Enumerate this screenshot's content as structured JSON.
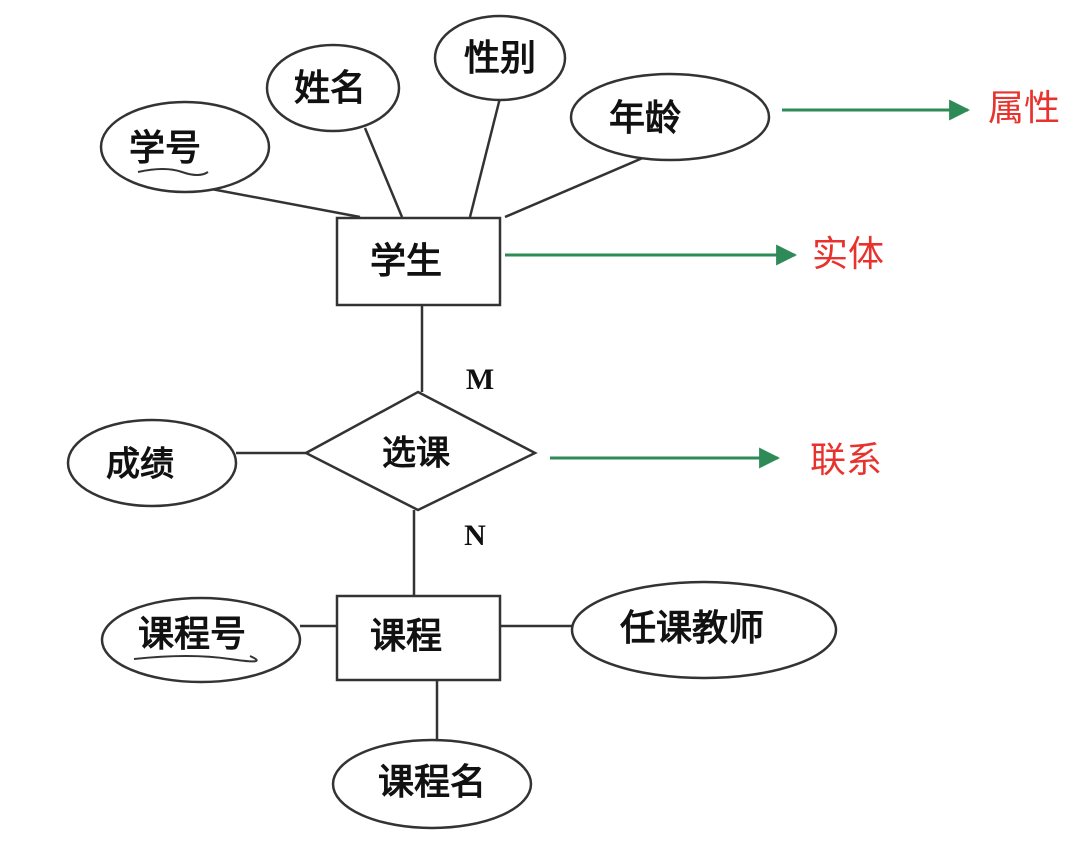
{
  "entities": {
    "student": "学生",
    "course": "课程"
  },
  "relationship": {
    "enroll": "选课"
  },
  "attributes": {
    "student_id": "学号",
    "name": "姓名",
    "gender": "性别",
    "age": "年龄",
    "grade": "成绩",
    "course_id": "课程号",
    "course_name": "课程名",
    "teacher": "任课教师"
  },
  "cardinality": {
    "student_side": "M",
    "course_side": "N"
  },
  "legend": {
    "attribute": "属性",
    "entity": "实体",
    "relationship": "联系"
  },
  "colors": {
    "line": "#333333",
    "arrow": "#2e8b57",
    "legend_text": "#e8322d"
  }
}
